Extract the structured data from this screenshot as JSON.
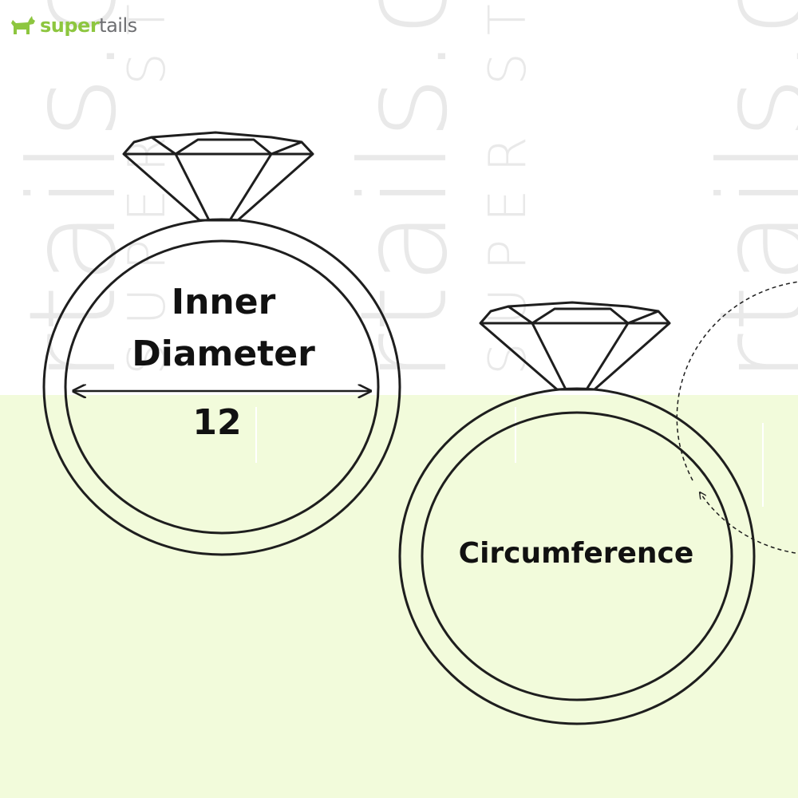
{
  "brand": {
    "name_part1": "super",
    "name_part2": "tails",
    "icon": "dog-icon",
    "color_primary": "#8dc63f",
    "color_secondary": "#6d6e71"
  },
  "watermark": {
    "large_1": "rtails.com",
    "small_1": "SUPER STORE",
    "large_2": "rtails.com",
    "small_2": "SUPER STORE",
    "large_3": "rtails.com"
  },
  "diagram": {
    "left_ring": {
      "label_line1": "Inner",
      "label_line2": "Diameter",
      "value": "12"
    },
    "right_ring": {
      "label": "Circumference"
    }
  },
  "colors": {
    "background_top": "#ffffff",
    "background_bottom": "#f2fbdb",
    "outline": "#1e1e1e"
  }
}
